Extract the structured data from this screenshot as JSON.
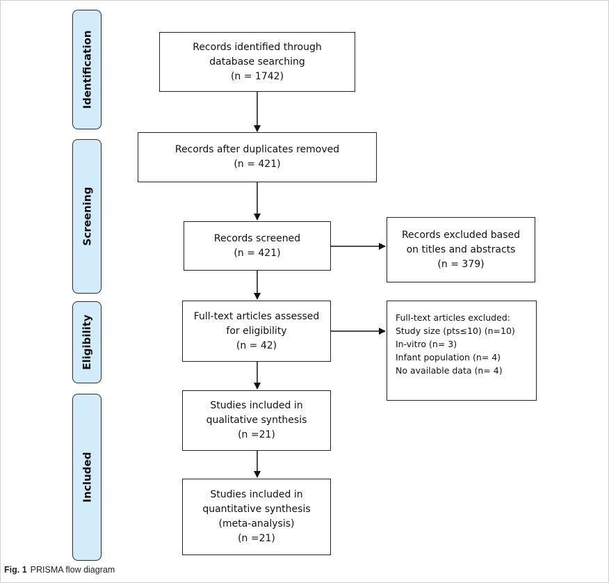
{
  "stages": {
    "identification": "Identification",
    "screening": "Screening",
    "eligibility": "Eligibility",
    "included": "Included"
  },
  "boxes": {
    "identified": [
      "Records identified through",
      "database searching",
      "(n = 1742)"
    ],
    "duplicates_removed": [
      "Records after duplicates removed",
      "(n = 421)"
    ],
    "screened": [
      "Records screened",
      "(n = 421)"
    ],
    "excluded_titles": [
      "Records excluded based",
      "on titles and abstracts",
      "(n = 379)"
    ],
    "fulltext_assessed": [
      "Full-text articles assessed",
      "for eligibility",
      "(n = 42)"
    ],
    "fulltext_excluded": [
      "Full-text articles excluded:",
      "Study size (pts≤10) (n=10)",
      "In-vitro (n= 3)",
      "Infant population (n= 4)",
      "No available data (n= 4)"
    ],
    "qualitative": [
      "Studies included in",
      "qualitative synthesis",
      "(n =21)"
    ],
    "quantitative": [
      "Studies included in",
      "quantitative synthesis",
      "(meta-analysis)",
      "(n =21)"
    ]
  },
  "caption": {
    "label": "Fig. 1",
    "text": "PRISMA flow diagram"
  }
}
